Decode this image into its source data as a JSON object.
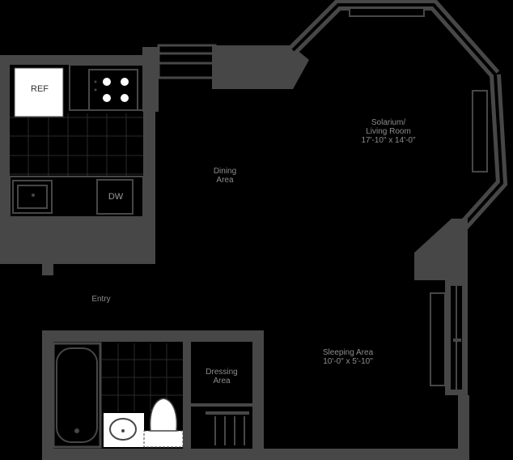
{
  "rooms": {
    "solarium": {
      "line1": "Solarium/",
      "line2": "Living Room",
      "dims": "17'-10\" x 14'-0\""
    },
    "dining": {
      "line1": "Dining",
      "line2": "Area"
    },
    "entry": {
      "label": "Entry"
    },
    "sleeping": {
      "line1": "Sleeping Area",
      "dims": "10'-0\" x 5'-10\""
    },
    "dressing": {
      "line1": "Dressing",
      "line2": "Area"
    }
  },
  "appliances": {
    "ref": "REF",
    "dw": "DW"
  },
  "colors": {
    "background": "#000000",
    "wall": "#474747",
    "fixture_fill": "#ffffff",
    "tile_grid": "#1c1c1c",
    "label": "#8c8c8c"
  }
}
